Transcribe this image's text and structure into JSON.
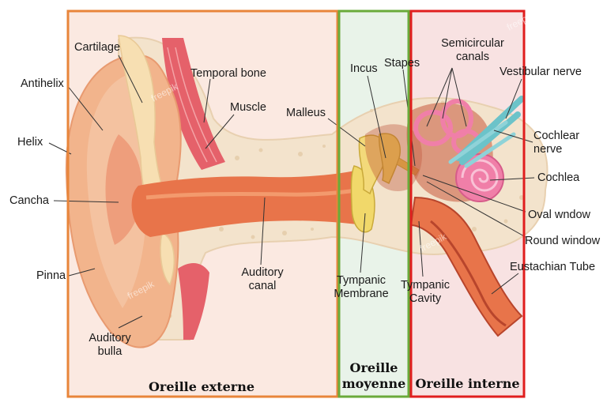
{
  "labels": {
    "cartilage": "Cartilage",
    "temporal_bone": "Temporal bone",
    "antihelix": "Antihelix",
    "muscle": "Muscle",
    "helix": "Helix",
    "malleus": "Malleus",
    "cancha": "Cancha",
    "pinna": "Pinna",
    "auditory_canal_1": "Auditory",
    "auditory_canal_2": "canal",
    "auditory_bulla_1": "Auditory",
    "auditory_bulla_2": "bulla",
    "incus": "Incus",
    "stapes": "Stapes",
    "semicircular_1": "Semicircular",
    "semicircular_2": "canals",
    "vestibular_nerve": "Vestibular nerve",
    "cochlear_nerve_1": "Cochlear",
    "cochlear_nerve_2": "nerve",
    "cochlea": "Cochlea",
    "oval_window": "Oval wndow",
    "round_window": "Round window",
    "eustachian_tube": "Eustachian Tube",
    "tympanic_membrane_1": "Tympanic",
    "tympanic_membrane_2": "Membrane",
    "tympanic_cavity_1": "Tympanic",
    "tympanic_cavity_2": "Cavity"
  },
  "sections": {
    "externe": "Oreille externe",
    "moyenne_1": "Oreille",
    "moyenne_2": "moyenne",
    "interne": "Oreille interne"
  },
  "colors": {
    "externe_border": "#e8853a",
    "moyenne_border": "#6aaa3a",
    "interne_border": "#e01e1e",
    "skin": "#f2b48c",
    "canal": "#e8744a",
    "bone": "#f3e3cc",
    "cochlea": "#f07fa8",
    "nerve": "#6cc3c9"
  },
  "watermark": "freepik"
}
